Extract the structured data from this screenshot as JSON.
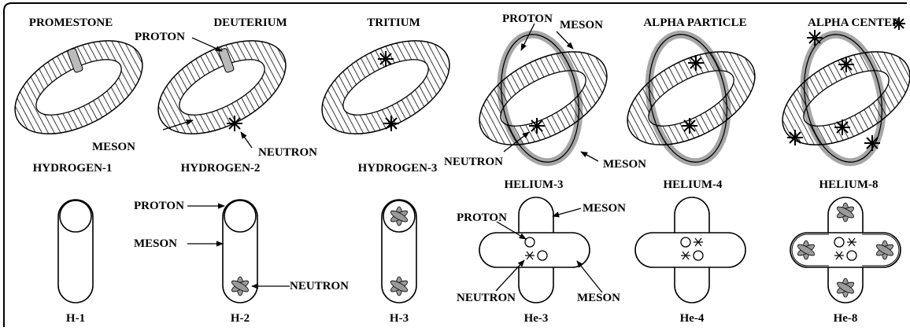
{
  "frame_color": "#000000",
  "neutron_fill": "#9a9a9a",
  "top_labels": [
    "PROMESTONE",
    "DEUTERIUM",
    "TRITIUM",
    "ALPHA PARTICLE",
    "ALPHA CENTER"
  ],
  "mid_labels": [
    "HYDROGEN-1",
    "HYDROGEN-2",
    "HYDROGEN-3",
    "HELIUM-3",
    "HELIUM-4",
    "HELIUM-8"
  ],
  "bottom_labels": [
    "H-1",
    "H-2",
    "H-3",
    "He-3",
    "He-4",
    "He-8"
  ],
  "annotations": {
    "deut_proton": "PROTON",
    "deut_meson": "MESON",
    "deut_neutron": "NEUTRON",
    "he3_proton": "PROTON",
    "he3_meson": "MESON",
    "he3_neutron": "NEUTRON",
    "he3_meson_low": "MESON",
    "h2_proton": "PROTON",
    "h2_meson": "MESON",
    "h2_neutron": "NEUTRON",
    "he3d_proton": "PROTON",
    "he3d_meson": "MESON",
    "he3d_neutron": "NEUTRON",
    "he3d_meson_low": "MESON"
  }
}
